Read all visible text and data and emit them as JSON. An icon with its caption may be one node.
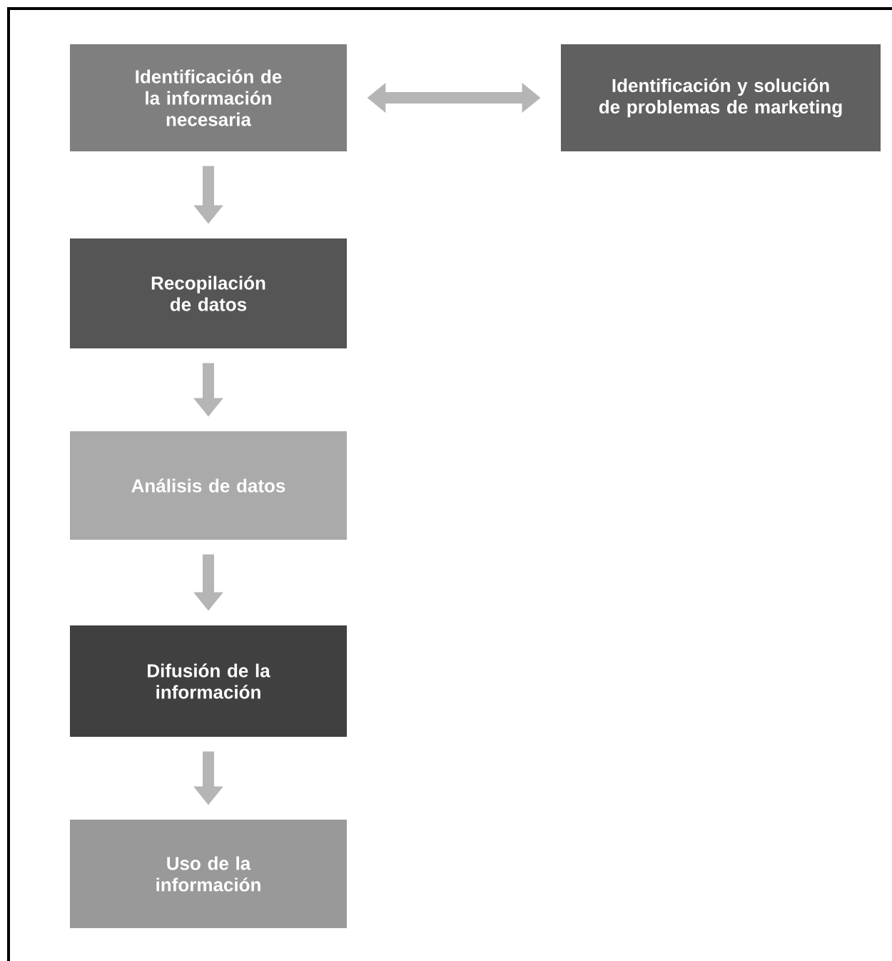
{
  "diagram": {
    "nodes": [
      {
        "text": [
          "Identificación de la información necesaria"
        ]
      },
      {
        "text": [
          "Identificación y solución de problemas de marketing"
        ]
      },
      {
        "text": [
          "Recopilación de datos"
        ]
      },
      {
        "text": [
          "Análisis de datos"
        ]
      },
      {
        "text": [
          "Difusión de la información"
        ]
      },
      {
        "text": [
          "Uso de la información"
        ]
      }
    ],
    "edges": [
      {
        "from": 0,
        "to": 1,
        "arrow": "both"
      },
      {
        "from": 0,
        "to": 2,
        "arrow": "to"
      },
      {
        "from": 2,
        "to": 3,
        "arrow": "to"
      },
      {
        "from": 3,
        "to": 4,
        "arrow": "to"
      },
      {
        "from": 4,
        "to": 5,
        "arrow": "to"
      }
    ]
  }
}
